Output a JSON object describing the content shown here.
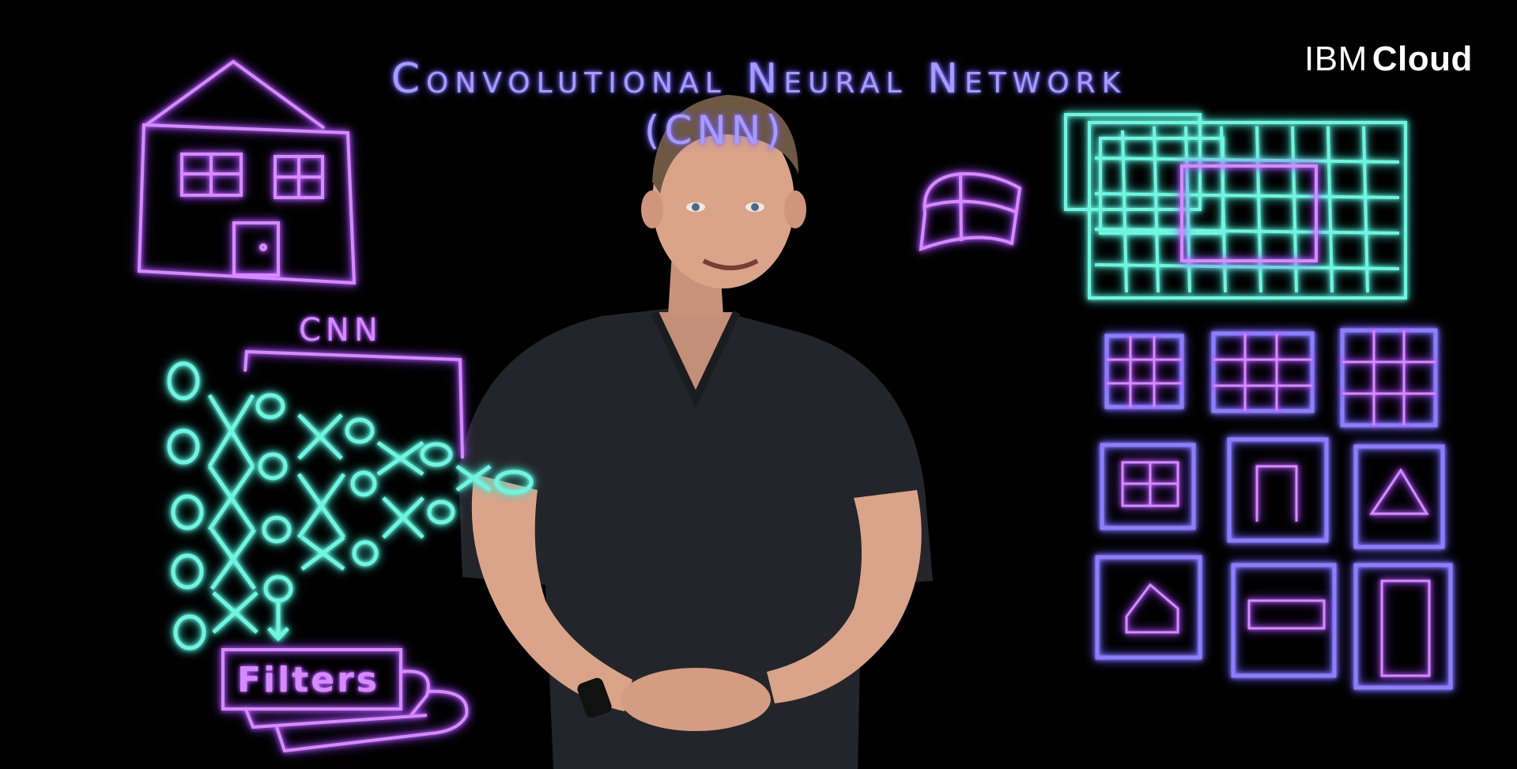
{
  "logo": {
    "light": "IBM",
    "bold": "Cloud"
  },
  "board": {
    "title": "Convolutional Neural Network",
    "title_abbrev": "(CNN)",
    "diagram_label": "CNN",
    "filters_label": "Filters"
  },
  "colors": {
    "background": "#000000",
    "marker_purple": "#d58bff",
    "marker_violet": "#8f7dff",
    "marker_cyan": "#6ff5e0",
    "shirt": "#2a2b2f",
    "skin": "#d9a48a"
  },
  "icons": [
    "house-drawing",
    "window-feature",
    "pixel-grid",
    "filter-tiles",
    "neural-net-nodes",
    "ibm-cloud-logo"
  ]
}
